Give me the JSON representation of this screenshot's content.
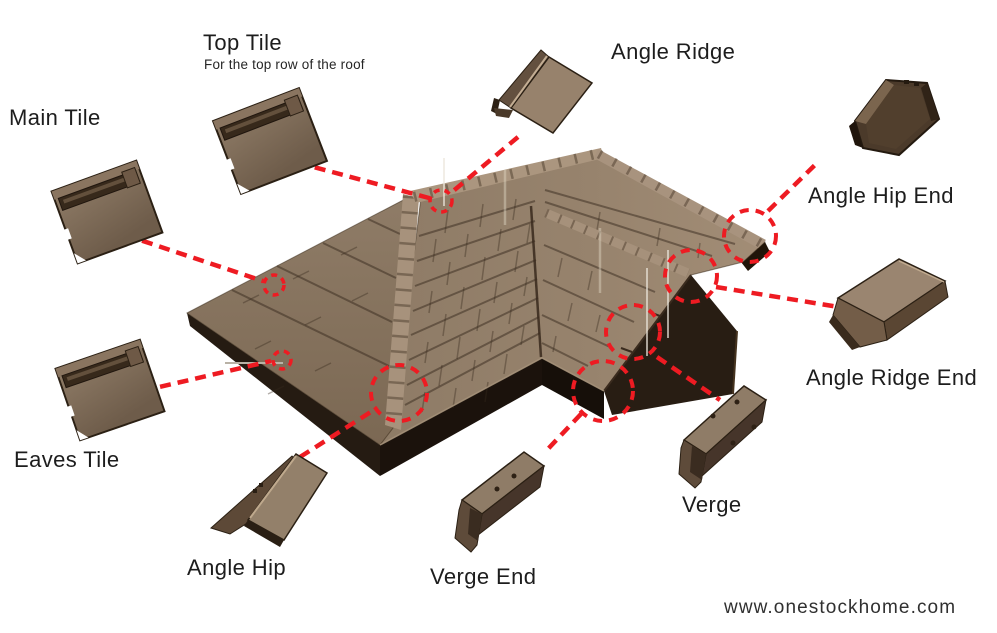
{
  "labels": {
    "top_tile": {
      "title": "Top Tile",
      "subtitle": "For the top row of the roof"
    },
    "main_tile": {
      "title": "Main Tile"
    },
    "angle_ridge": {
      "title": "Angle Ridge"
    },
    "angle_hip_end": {
      "title": "Angle Hip End"
    },
    "angle_ridge_end": {
      "title": "Angle Ridge End"
    },
    "eaves_tile": {
      "title": "Eaves Tile"
    },
    "angle_hip": {
      "title": "Angle Hip"
    },
    "verge_end": {
      "title": "Verge End"
    },
    "verge": {
      "title": "Verge"
    }
  },
  "footer": {
    "website": "www.onestockhome.com"
  },
  "colors": {
    "accent_red": "#ee1b22",
    "roof_light": "#a8937e",
    "roof_mid": "#93806b",
    "roof_dark": "#6f5d4a",
    "edge_dark": "#2b2014",
    "text": "#1d1d1d"
  }
}
